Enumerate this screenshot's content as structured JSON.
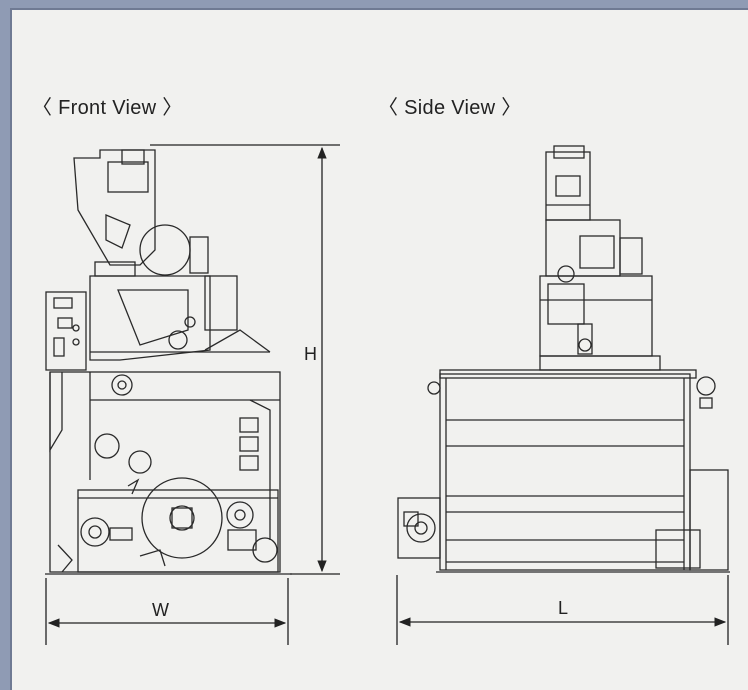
{
  "views": {
    "front": {
      "title": "〈 Front View 〉"
    },
    "side": {
      "title": "〈 Side View 〉"
    }
  },
  "dimensions": {
    "height": "H",
    "width": "W",
    "length": "L"
  },
  "colors": {
    "background": "#8f9bb4",
    "paper": "#f1f1ef",
    "line": "#2a2a2a"
  }
}
